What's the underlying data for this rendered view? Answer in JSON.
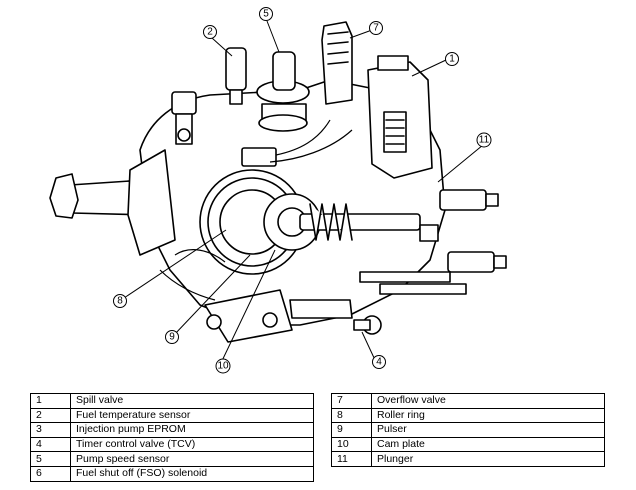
{
  "callouts": [
    {
      "id": "1",
      "label": "1"
    },
    {
      "id": "2",
      "label": "2"
    },
    {
      "id": "4",
      "label": "4"
    },
    {
      "id": "5",
      "label": "5"
    },
    {
      "id": "7",
      "label": "7"
    },
    {
      "id": "8",
      "label": "8"
    },
    {
      "id": "9",
      "label": "9"
    },
    {
      "id": "10",
      "label": "10"
    },
    {
      "id": "11",
      "label": "11"
    }
  ],
  "legend": {
    "left": [
      {
        "num": "1",
        "name": "Spill valve"
      },
      {
        "num": "2",
        "name": "Fuel temperature sensor"
      },
      {
        "num": "3",
        "name": "Injection pump EPROM"
      },
      {
        "num": "4",
        "name": "Timer control valve (TCV)"
      },
      {
        "num": "5",
        "name": "Pump speed sensor"
      },
      {
        "num": "6",
        "name": "Fuel shut off (FSO) solenoid"
      }
    ],
    "right": [
      {
        "num": "7",
        "name": "Overflow valve"
      },
      {
        "num": "8",
        "name": "Roller ring"
      },
      {
        "num": "9",
        "name": "Pulser"
      },
      {
        "num": "10",
        "name": "Cam plate"
      },
      {
        "num": "11",
        "name": "Plunger"
      }
    ]
  }
}
